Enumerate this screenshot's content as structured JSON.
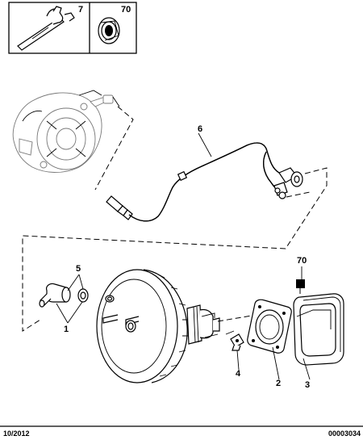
{
  "inset_labels": {
    "clip": "7",
    "seal": "70"
  },
  "callouts": {
    "pipe": "6",
    "kit": "70",
    "nut": "5",
    "connector": "1",
    "bolt": "4",
    "gasket": "2",
    "seal": "3"
  },
  "footer": {
    "date": "10/2012",
    "reference": "00003034"
  }
}
